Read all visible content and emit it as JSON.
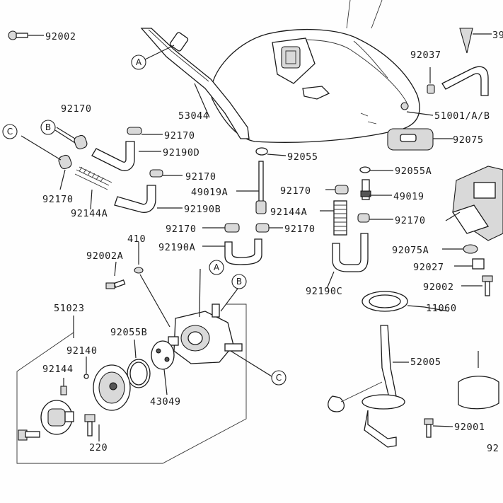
{
  "labels": {
    "p92002_top": "92002",
    "p39": "39",
    "p92037": "92037",
    "p53044": "53044",
    "p51001": "51001/A/B",
    "p92170_a": "92170",
    "p92170_b": "92170",
    "p92170_c": "92170",
    "p92170_d": "92170",
    "p92170_e": "92170",
    "p92170_f": "92170",
    "p92170_g": "92170",
    "p92190d": "92190D",
    "p92190b": "92190B",
    "p92190a": "92190A",
    "p92190c": "92190C",
    "p92144a_l": "92144A",
    "p92144a_r": "92144A",
    "p92055": "92055",
    "p92055a": "92055A",
    "p92055b": "92055B",
    "p49019a": "49019A",
    "p49019": "49019",
    "p92075": "92075",
    "p92075a": "92075A",
    "p92027": "92027",
    "p92002_r": "92002",
    "p92002a": "92002A",
    "p410": "410",
    "p11060": "11060",
    "p51023": "51023",
    "p92140": "92140",
    "p92144": "92144",
    "p43049": "43049",
    "p220": "220",
    "p52005": "52005",
    "p92001": "92001",
    "p92_cut": "92"
  },
  "refs": {
    "a_top": "A",
    "a_pump": "A",
    "b_left": "B",
    "b_pump": "B",
    "c_left": "C",
    "c_pump": "C"
  }
}
